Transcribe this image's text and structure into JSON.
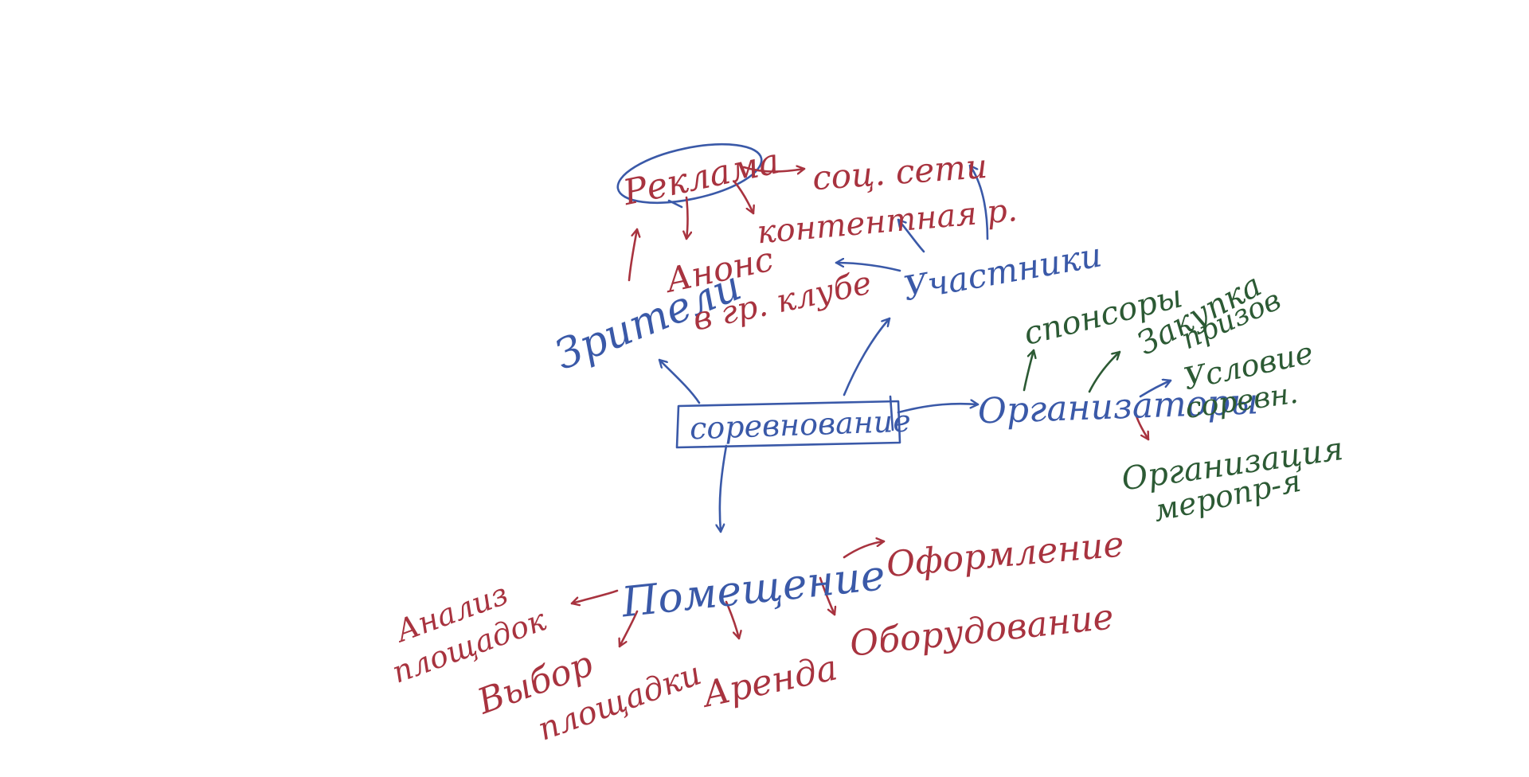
{
  "mindmap": {
    "colors": {
      "blue": "#3a59a8",
      "red": "#a8333f",
      "green": "#2c5a34",
      "background": "#ffffff"
    },
    "center": "соревнование",
    "nodes": {
      "reklama": "Реклама",
      "soc_seti": "соц. сети",
      "kontent": "контентная р.",
      "anons_1": "Анонс",
      "anons_2": "в гр. клубе",
      "zriteli": "Зрители",
      "uchastniki": "Участники",
      "organizatory": "Организаторы",
      "sponsory": "спонсоры",
      "zakupka_1": "Закупка",
      "zakupka_2": "призов",
      "uslovie_1": "Условие",
      "uslovie_2": "соревн.",
      "organizaciya_1": "Организация",
      "organizaciya_2": "меропр-я",
      "pomeshchenie": "Помещение",
      "oformlenie": "Оформление",
      "oborudovanie": "Оборудование",
      "arenda": "Аренда",
      "vybor_1": "Выбор",
      "vybor_2": "площадки",
      "analiz_1": "Анализ",
      "analiz_2": "площадок"
    }
  }
}
